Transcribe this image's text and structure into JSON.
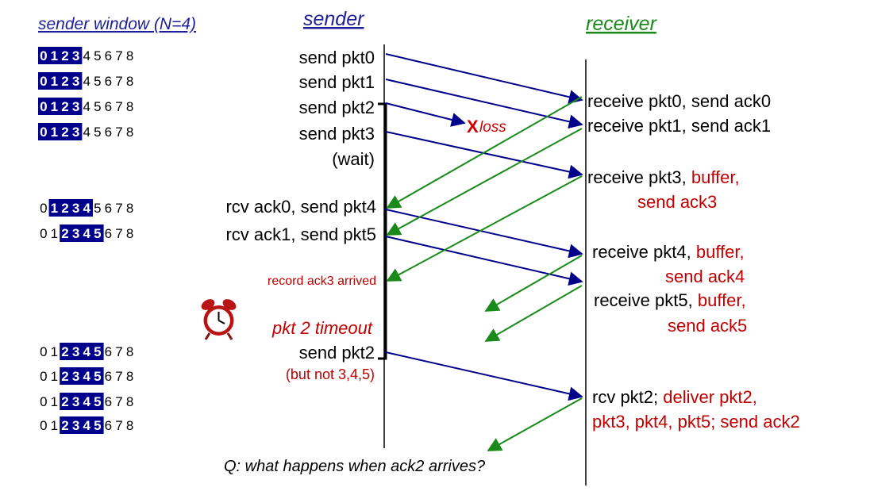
{
  "headers": {
    "window": "sender window (N=4)",
    "sender": "sender",
    "receiver": "receiver"
  },
  "colors": {
    "blue": "#00008b",
    "green": "#1a8a1a",
    "red": "#c00000",
    "cell_fill": "#00008b",
    "window_header": "#1f1f9c"
  },
  "sender_windows": [
    {
      "sequence": [
        "0",
        "1",
        "2",
        "3",
        "4",
        "5",
        "6",
        "7",
        "8"
      ],
      "highlight": [
        0,
        1,
        2,
        3
      ]
    },
    {
      "sequence": [
        "0",
        "1",
        "2",
        "3",
        "4",
        "5",
        "6",
        "7",
        "8"
      ],
      "highlight": [
        0,
        1,
        2,
        3
      ]
    },
    {
      "sequence": [
        "0",
        "1",
        "2",
        "3",
        "4",
        "5",
        "6",
        "7",
        "8"
      ],
      "highlight": [
        0,
        1,
        2,
        3
      ]
    },
    {
      "sequence": [
        "0",
        "1",
        "2",
        "3",
        "4",
        "5",
        "6",
        "7",
        "8"
      ],
      "highlight": [
        0,
        1,
        2,
        3
      ]
    },
    {
      "sequence": [
        "0",
        "1",
        "2",
        "3",
        "4",
        "5",
        "6",
        "7",
        "8"
      ],
      "highlight": [
        1,
        2,
        3,
        4
      ]
    },
    {
      "sequence": [
        "0",
        "1",
        "2",
        "3",
        "4",
        "5",
        "6",
        "7",
        "8"
      ],
      "highlight": [
        2,
        3,
        4,
        5
      ]
    },
    {
      "sequence": [
        "0",
        "1",
        "2",
        "3",
        "4",
        "5",
        "6",
        "7",
        "8"
      ],
      "highlight": [
        2,
        3,
        4,
        5
      ]
    },
    {
      "sequence": [
        "0",
        "1",
        "2",
        "3",
        "4",
        "5",
        "6",
        "7",
        "8"
      ],
      "highlight": [
        2,
        3,
        4,
        5
      ]
    },
    {
      "sequence": [
        "0",
        "1",
        "2",
        "3",
        "4",
        "5",
        "6",
        "7",
        "8"
      ],
      "highlight": [
        2,
        3,
        4,
        5
      ]
    },
    {
      "sequence": [
        "0",
        "1",
        "2",
        "3",
        "4",
        "5",
        "6",
        "7",
        "8"
      ],
      "highlight": [
        2,
        3,
        4,
        5
      ]
    }
  ],
  "sender_events": {
    "send_pkt0": "send  pkt0",
    "send_pkt1": "send  pkt1",
    "send_pkt2": "send  pkt2",
    "send_pkt3": "send  pkt3",
    "wait": "(wait)",
    "rcv_ack0": "rcv ack0, send pkt4",
    "rcv_ack1": "rcv ack1, send pkt5",
    "record_ack3": "record ack3 arrived",
    "timeout": "pkt 2 timeout",
    "resend_pkt2": "send  pkt2",
    "but_not": "(but not 3,4,5)"
  },
  "loss": {
    "mark": "X",
    "label": "loss"
  },
  "receiver_events": {
    "r_pkt0": "receive pkt0, send ack0",
    "r_pkt1": "receive pkt1, send ack1",
    "r_pkt3_a": "receive pkt3, ",
    "r_pkt3_b": "buffer,",
    "r_pkt3_c": "send ack3",
    "r_pkt4_a": "receive pkt4, ",
    "r_pkt4_b": "buffer,",
    "r_pkt4_c": "send ack4",
    "r_pkt5_a": "receive pkt5, ",
    "r_pkt5_b": "buffer,",
    "r_pkt5_c": "send ack5",
    "r_pkt2_a": "rcv pkt2; ",
    "r_pkt2_b": "deliver pkt2,",
    "r_pkt2_c": "pkt3, pkt4, pkt5; send ack2"
  },
  "question": "Q: what happens when ack2 arrives?"
}
